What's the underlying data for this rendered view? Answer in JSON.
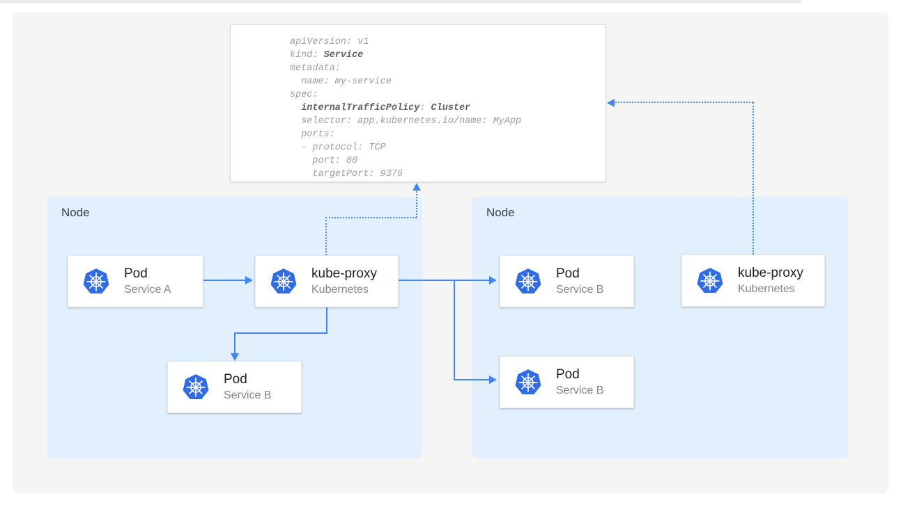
{
  "colors": {
    "accent_blue": "#4285f4",
    "node_background": "#e1f0fc",
    "panel_background": "#f5f5f6",
    "kubernetes_logo_blue": "#326ce5",
    "yaml_text_gray": "#9e9e9e",
    "yaml_bold_gray": "#5f6368"
  },
  "yaml_card": {
    "lines": [
      {
        "pre": "apiVersion: v1"
      },
      {
        "pre": "kind: ",
        "bold": "Service"
      },
      {
        "pre": "metadata:"
      },
      {
        "pre": "  name: my-service"
      },
      {
        "pre": "spec:"
      },
      {
        "pre": "  ",
        "bold": "internalTrafficPolicy",
        "mid": ": ",
        "bold2": "Cluster"
      },
      {
        "pre": "  selector: app.kubernetes.io/name: MyApp"
      },
      {
        "pre": "  ports:"
      },
      {
        "pre": "  - protocol: TCP"
      },
      {
        "pre": "    port: 80"
      },
      {
        "pre": "    targetPort: 9376"
      }
    ]
  },
  "nodes": [
    {
      "label": "Node",
      "cards": [
        {
          "title": "Pod",
          "subtitle": "Service A",
          "icon": "kubernetes-logo"
        },
        {
          "title": "kube-proxy",
          "subtitle": "Kubernetes",
          "icon": "kubernetes-logo"
        },
        {
          "title": "Pod",
          "subtitle": "Service B",
          "icon": "kubernetes-logo"
        }
      ]
    },
    {
      "label": "Node",
      "cards": [
        {
          "title": "Pod",
          "subtitle": "Service B",
          "icon": "kubernetes-logo"
        },
        {
          "title": "Pod",
          "subtitle": "Service B",
          "icon": "kubernetes-logo"
        },
        {
          "title": "kube-proxy",
          "subtitle": "Kubernetes",
          "icon": "kubernetes-logo"
        }
      ]
    }
  ]
}
